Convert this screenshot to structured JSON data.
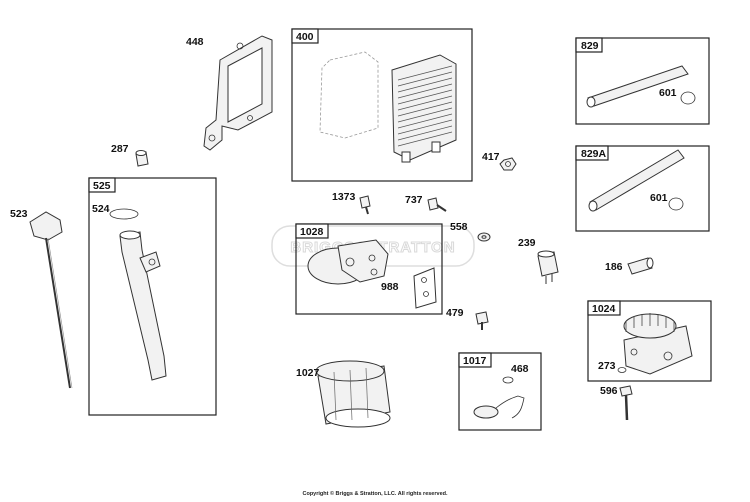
{
  "watermark": "BRIGGS&STRATTON",
  "copyright": "Copyright © Briggs & Stratton, LLC. All rights reserved.",
  "box_labels": {
    "b400": "400",
    "b525": "525",
    "b829": "829",
    "b829a": "829A",
    "b1028": "1028",
    "b1017": "1017",
    "b1024": "1024"
  },
  "part_labels": {
    "p448": "448",
    "p287": "287",
    "p523": "523",
    "p524": "524",
    "p1373": "1373",
    "p737": "737",
    "p417": "417",
    "p601a": "601",
    "p601b": "601",
    "p558": "558",
    "p239": "239",
    "p186": "186",
    "p988": "988",
    "p479": "479",
    "p1027": "1027",
    "p468": "468",
    "p273": "273",
    "p596": "596"
  }
}
